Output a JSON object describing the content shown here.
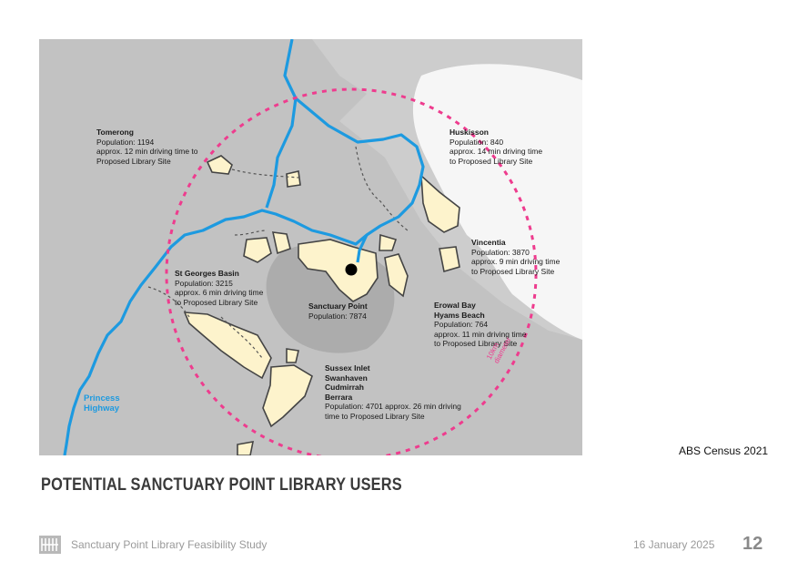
{
  "map": {
    "labels": {
      "tomerong": {
        "name": "Tomerong",
        "lines": [
          "Population: 1194",
          "approx. 12 min driving time to",
          "Proposed Library Site"
        ]
      },
      "huskisson": {
        "name": "Huskisson",
        "lines": [
          "Population: 840",
          "approx. 14 min driving time",
          "to Proposed Library Site"
        ]
      },
      "vincentia": {
        "name": "Vincentia",
        "lines": [
          "Population: 3870",
          "approx. 9 min driving time",
          "to Proposed Library Site"
        ]
      },
      "st_georges_basin": {
        "name": "St Georges Basin",
        "lines": [
          "Population: 3215",
          "approx. 6 min driving time",
          "to Proposed Library Site"
        ]
      },
      "sanctuary_point": {
        "name": "Sanctuary Point",
        "lines": [
          "Population: 7874"
        ]
      },
      "erowal_bay": {
        "name_lines": [
          "Erowal Bay",
          "Hyams Beach"
        ],
        "lines": [
          "Population: 764",
          "approx. 11 min driving time",
          "to Proposed Library Site"
        ]
      },
      "sussex_inlet": {
        "name_lines": [
          "Sussex Inlet",
          "Swanhaven",
          "Cudmirrah",
          "Berrara"
        ],
        "lines": [
          "Population: 4701 approx. 26 min driving",
          "time to Proposed Library Site"
        ]
      }
    },
    "highway_label": [
      "Princess",
      "Highway"
    ],
    "diameter_label": [
      "10km",
      "diameter"
    ],
    "colors": {
      "highway": "#1d9ae0",
      "radius_circle": "#ee3c8e",
      "settlement": "#fdf3cc",
      "library_site": "#000000"
    }
  },
  "source_note": "ABS Census 2021",
  "heading": "POTENTIAL SANCTUARY POINT LIBRARY USERS",
  "footer": {
    "title": "Sanctuary Point Library Feasibility Study",
    "date": "16 January 2025",
    "page": "12"
  }
}
